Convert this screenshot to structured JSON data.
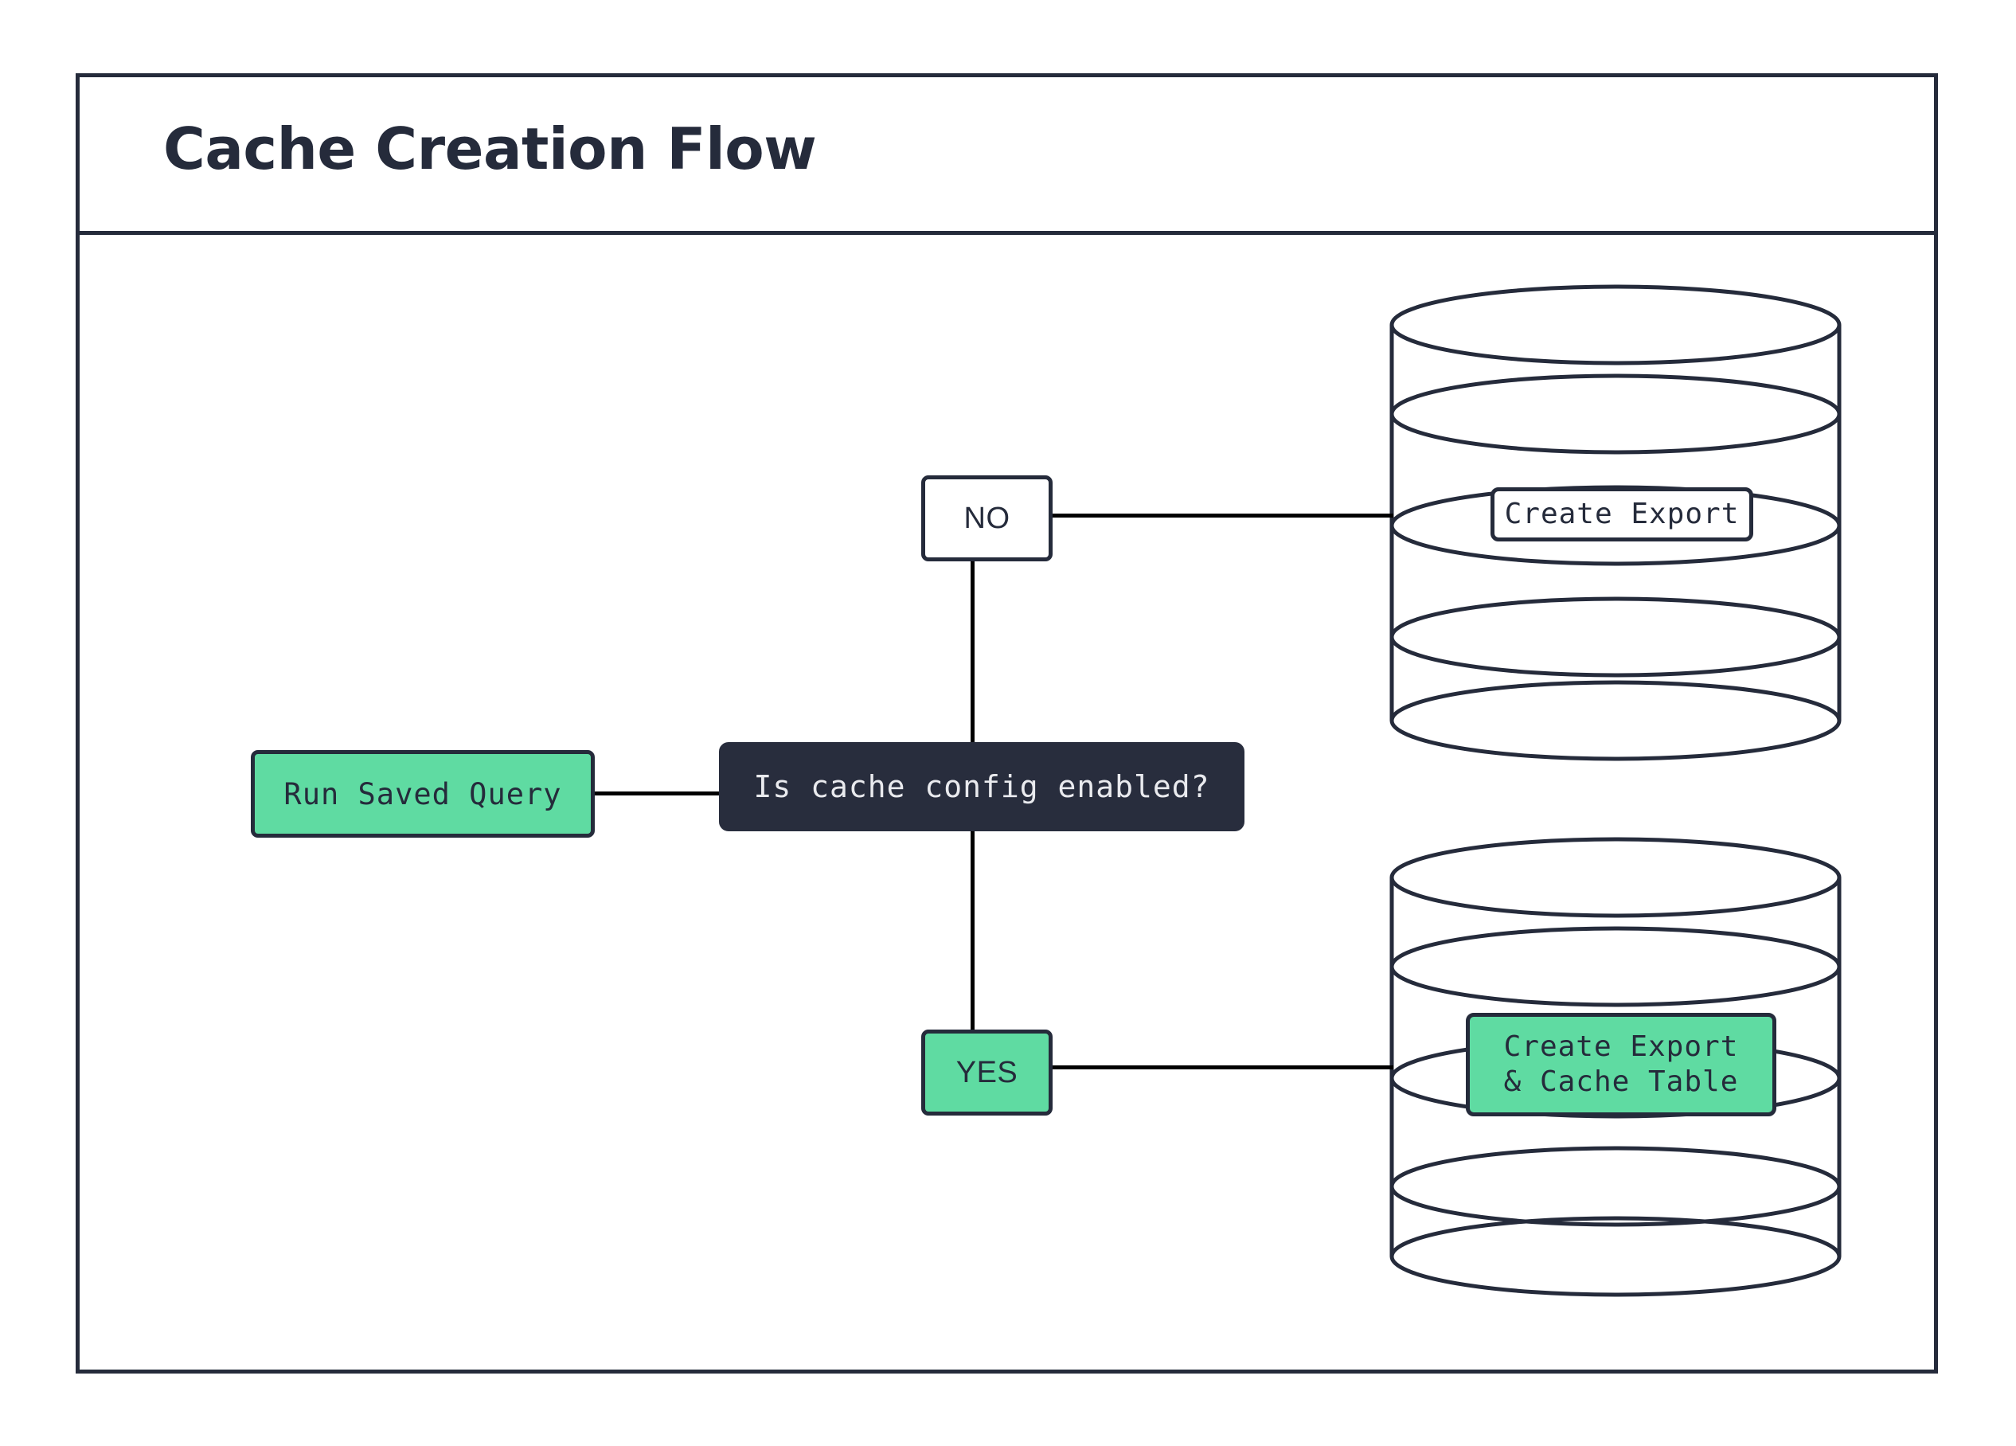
{
  "diagram": {
    "title": "Cache Creation Flow",
    "colors": {
      "ink": "#252b3b",
      "dark_node_bg": "#282d3d",
      "dark_node_text": "#e9eaee",
      "accent_green": "#5fdba2",
      "canvas_bg": "#ffffff",
      "edge": "#000000"
    },
    "nodes": {
      "run_saved_query": {
        "label": "Run Saved Query",
        "shape": "rounded-rect",
        "fill": "green"
      },
      "decision": {
        "label": "Is cache config enabled?",
        "shape": "rounded-rect",
        "fill": "dark"
      },
      "branch_no": {
        "label": "NO",
        "shape": "rounded-rect",
        "fill": "white"
      },
      "branch_yes": {
        "label": "YES",
        "shape": "rounded-rect",
        "fill": "green"
      },
      "database_top": {
        "shape": "database-cylinder",
        "fill": "white",
        "label": "Create Export",
        "label_fill": "white"
      },
      "database_bottom": {
        "shape": "database-cylinder",
        "fill": "white",
        "label": "Create Export\n& Cache Table",
        "label_line_1": "Create Export",
        "label_line_2": "& Cache Table",
        "label_fill": "green"
      }
    },
    "edges": [
      {
        "from": "run_saved_query",
        "to": "decision",
        "orientation": "horizontal"
      },
      {
        "from": "decision",
        "to": "branch_no",
        "orientation": "vertical"
      },
      {
        "from": "decision",
        "to": "branch_yes",
        "orientation": "vertical"
      },
      {
        "from": "branch_no",
        "to": "database_top",
        "orientation": "horizontal"
      },
      {
        "from": "branch_yes",
        "to": "database_bottom",
        "orientation": "horizontal"
      }
    ]
  }
}
